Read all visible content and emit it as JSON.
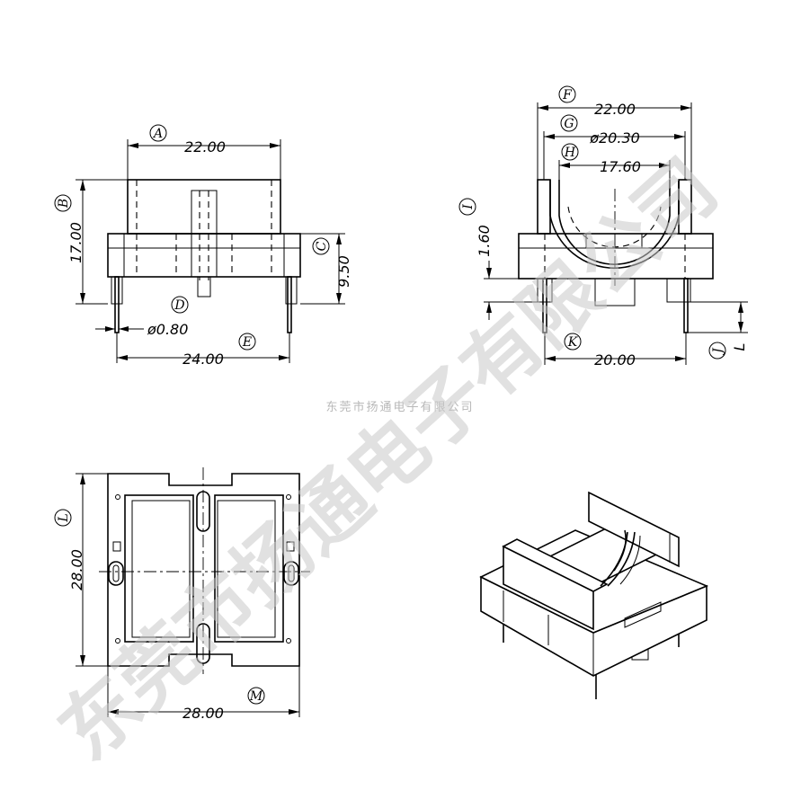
{
  "company_name": "东莞市扬通电子有限公司",
  "watermark_text": "东莞市扬通电子有限公司",
  "front_view": {
    "dims": {
      "A": {
        "label": "A",
        "value": "22.00"
      },
      "B": {
        "label": "B",
        "value": "17.00"
      },
      "C": {
        "label": "C",
        "value": "9.50"
      },
      "D": {
        "label": "D",
        "value": "ø0.80"
      },
      "E": {
        "label": "E",
        "value": "24.00"
      }
    }
  },
  "side_view": {
    "dims": {
      "F": {
        "label": "F",
        "value": "22.00"
      },
      "G": {
        "label": "G",
        "value": "ø20.30"
      },
      "H": {
        "label": "H",
        "value": "17.60"
      },
      "I": {
        "label": "I",
        "value": "1.60"
      },
      "J": {
        "label": "J",
        "value": "L"
      },
      "K": {
        "label": "K",
        "value": "20.00"
      }
    }
  },
  "bottom_view": {
    "dims": {
      "L": {
        "label": "L",
        "value": "28.00"
      },
      "M": {
        "label": "M",
        "value": "28.00"
      }
    }
  },
  "colors": {
    "line": "#000000",
    "company_text": "#b8b8b8",
    "watermark": "#c8c8c8"
  }
}
